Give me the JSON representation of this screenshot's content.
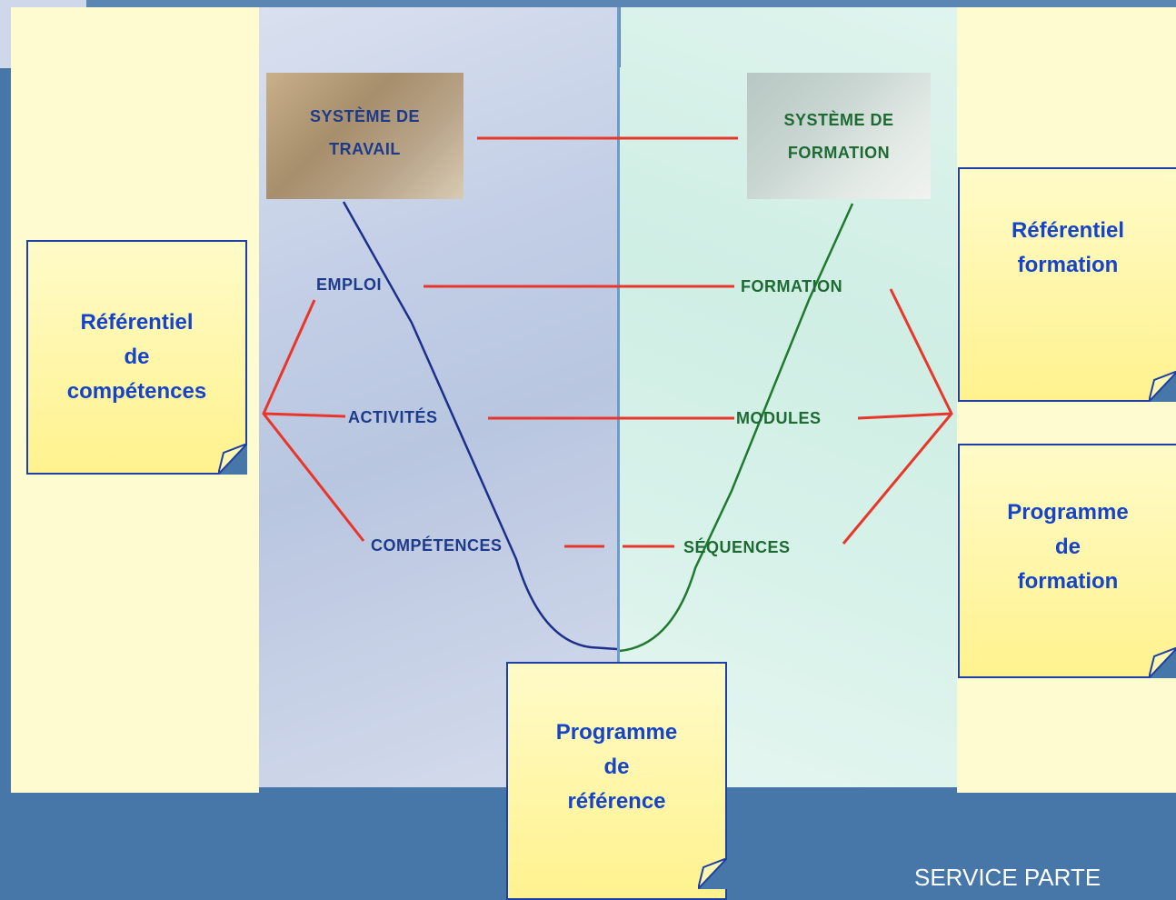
{
  "left_box_title": [
    "SYSTÈME DE",
    "TRAVAIL"
  ],
  "right_box_title": [
    "SYSTÈME DE",
    "FORMATION"
  ],
  "left_labels": {
    "emploi": "EMPLOI",
    "activites": "ACTIVITÉS",
    "competences": "COMPÉTENCES"
  },
  "right_labels": {
    "formation": "FORMATION",
    "modules": "MODULES",
    "sequences": "SÉQUENCES"
  },
  "notes": {
    "referentiel_competences": "Référentiel\nde\ncompétences",
    "referentiel_formation": "Référentiel\nformation",
    "programme_formation": "Programme\nde\nformation",
    "programme_reference": "Programme\nde\nréférence"
  },
  "footer": "SERVICE PARTE",
  "colors": {
    "background": "#4677a8",
    "note_border": "#1e3fa4",
    "note_text": "#1544c8",
    "red_line": "#e8362a",
    "blue_line": "#1d2f8c",
    "green_line": "#1f7a2e"
  }
}
